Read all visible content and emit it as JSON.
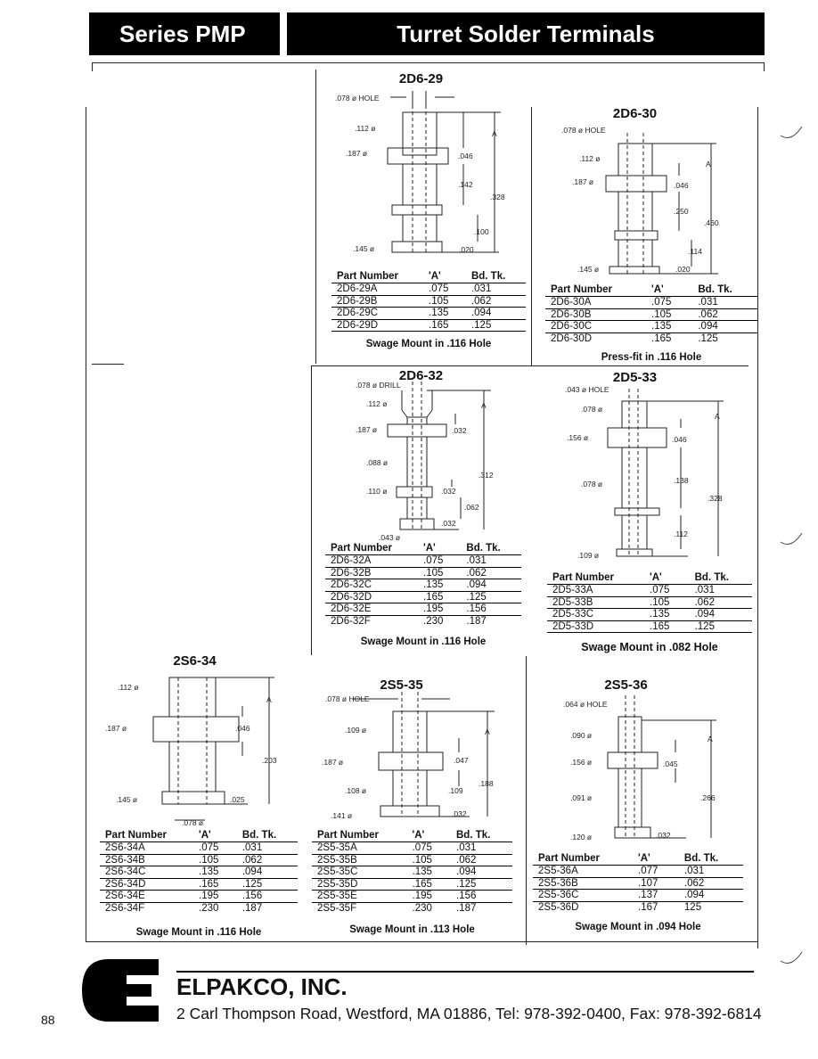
{
  "header": {
    "series": "Series PMP",
    "title": "Turret Solder Terminals"
  },
  "table_headers": {
    "part": "Part Number",
    "a": "'A'",
    "bd": "Bd. Tk."
  },
  "parts": {
    "p29": {
      "title": "2D6-29",
      "dims": {
        "hole": ".078 ø HOLE",
        "d1": ".112 ø",
        "d2": ".187 ø",
        "d3": ".145 ø",
        "a": "A",
        "v1": ".046",
        "v2": ".142",
        "v3": ".328",
        "v4": ".100",
        "v5": ".020"
      },
      "rows": [
        [
          "2D6-29A",
          ".075",
          ".031"
        ],
        [
          "2D6-29B",
          ".105",
          ".062"
        ],
        [
          "2D6-29C",
          ".135",
          ".094"
        ],
        [
          "2D6-29D",
          ".165",
          ".125"
        ]
      ],
      "caption": "Swage Mount in .116 Hole"
    },
    "p30": {
      "title": "2D6-30",
      "dims": {
        "hole": ".078 ø HOLE",
        "d1": ".112 ø",
        "d2": ".187 ø",
        "d3": ".145 ø",
        "a": "A",
        "v1": ".046",
        "v2": ".250",
        "v3": ".460",
        "v4": ".114",
        "v5": ".020"
      },
      "rows": [
        [
          "2D6-30A",
          ".075",
          ".031"
        ],
        [
          "2D6-30B",
          ".105",
          ".062"
        ],
        [
          "2D6-30C",
          ".135",
          ".094"
        ],
        [
          "2D6-30D",
          ".165",
          ".125"
        ]
      ],
      "caption": "Press-fit  in .116 Hole"
    },
    "p32": {
      "title": "2D6-32",
      "dims": {
        "hole": ".078 ø DRILL",
        "d1": ".112 ø",
        "d2": ".187 ø",
        "d3": ".088 ø",
        "d4": ".110 ø",
        "d5": ".043 ø",
        "a": "A",
        "v1": ".032",
        "v2": ".312",
        "v3": ".032",
        "v4": ".062",
        "v5": ".032"
      },
      "rows": [
        [
          "2D6-32A",
          ".075",
          ".031"
        ],
        [
          "2D6-32B",
          ".105",
          ".062"
        ],
        [
          "2D6-32C",
          ".135",
          ".094"
        ],
        [
          "2D6-32D",
          ".165",
          ".125"
        ],
        [
          "2D6-32E",
          ".195",
          ".156"
        ],
        [
          "2D6-32F",
          ".230",
          ".187"
        ]
      ],
      "caption": "Swage Mount in .116 Hole"
    },
    "p33": {
      "title": "2D5-33",
      "dims": {
        "hole": ".043 ø HOLE",
        "d1": ".078 ø",
        "d2": ".156 ø",
        "d3": ".078 ø",
        "d4": ".109 ø",
        "a": "A",
        "v1": ".046",
        "v2": ".138",
        "v3": ".328",
        "v4": ".112"
      },
      "rows": [
        [
          "2D5-33A",
          ".075",
          ".031"
        ],
        [
          "2D5-33B",
          ".105",
          ".062"
        ],
        [
          "2D5-33C",
          ".135",
          ".094"
        ],
        [
          "2D5-33D",
          ".165",
          ".125"
        ]
      ],
      "caption": "Swage Mount in .082 Hole"
    },
    "p34": {
      "title": "2S6-34",
      "dims": {
        "d1": ".112 ø",
        "d2": ".187 ø",
        "d3": ".145 ø",
        "d4": ".078 ø",
        "a": "A",
        "v1": ".046",
        "v2": ".203",
        "v3": ".025"
      },
      "rows": [
        [
          "2S6-34A",
          ".075",
          ".031"
        ],
        [
          "2S6-34B",
          ".105",
          ".062"
        ],
        [
          "2S6-34C",
          ".135",
          ".094"
        ],
        [
          "2S6-34D",
          ".165",
          ".125"
        ],
        [
          "2S6-34E",
          ".195",
          ".156"
        ],
        [
          "2S6-34F",
          ".230",
          ".187"
        ]
      ],
      "caption": "Swage Mount in .116 Hole"
    },
    "p35": {
      "title": "2S5-35",
      "dims": {
        "hole": ".078 ø HOLE",
        "d1": ".109 ø",
        "d2": ".187 ø",
        "d3": ".108 ø",
        "d4": ".141 ø",
        "a": "A",
        "v1": ".047",
        "v2": ".109",
        "v3": ".188",
        "v4": ".032"
      },
      "rows": [
        [
          "2S5-35A",
          ".075",
          ".031"
        ],
        [
          "2S5-35B",
          ".105",
          ".062"
        ],
        [
          "2S5-35C",
          ".135",
          ".094"
        ],
        [
          "2S5-35D",
          ".165",
          ".125"
        ],
        [
          "2S5-35E",
          ".195",
          ".156"
        ],
        [
          "2S5-35F",
          ".230",
          ".187"
        ]
      ],
      "caption": "Swage Mount in .113 Hole"
    },
    "p36": {
      "title": "2S5-36",
      "dims": {
        "hole": ".064 ø HOLE",
        "d1": ".090 ø",
        "d2": ".156 ø",
        "d3": ".091 ø",
        "d4": ".120 ø",
        "a": "A",
        "v1": ".045",
        "v2": ".266",
        "v3": ".032"
      },
      "rows": [
        [
          "2S5-36A",
          ".077",
          ".031"
        ],
        [
          "2S5-36B",
          ".107",
          ".062"
        ],
        [
          "2S5-36C",
          ".137",
          ".094"
        ],
        [
          "2S5-36D",
          ".167",
          "125"
        ]
      ],
      "caption": "Swage Mount in .094 Hole"
    }
  },
  "footer": {
    "logo_letter": "E",
    "company": "ELPAKCO, INC.",
    "address": "2 Carl Thompson Road, Westford, MA  01886, Tel: 978-392-0400, Fax: 978-392-6814",
    "page_number": "88"
  }
}
